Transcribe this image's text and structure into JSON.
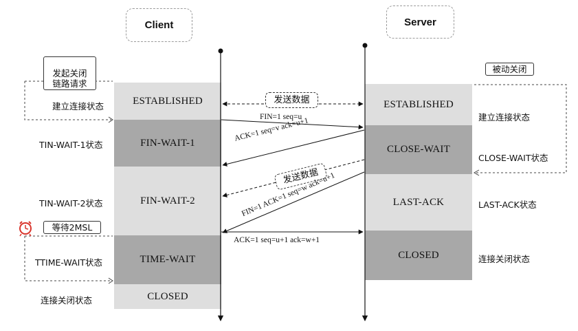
{
  "client": {
    "title": "Client"
  },
  "server": {
    "title": "Server"
  },
  "client_states": [
    "ESTABLISHED",
    "FIN-WAIT-1",
    "FIN-WAIT-2",
    "TIME-WAIT",
    "CLOSED"
  ],
  "server_states": [
    "ESTABLISHED",
    "CLOSE-WAIT",
    "LAST-ACK",
    "CLOSED"
  ],
  "client_notes": {
    "initiate": "发起关闭\n链路请求",
    "wait": "等待2MSL"
  },
  "server_notes": {
    "passive": "被动关闭"
  },
  "client_labels": [
    "建立连接状态",
    "TIN-WAIT-1状态",
    "TIN-WAIT-2状态",
    "TTIME-WAIT状态",
    "连接关闭状态"
  ],
  "server_labels": [
    "建立连接状态",
    "CLOSE-WAIT状态",
    "LAST-ACK状态",
    "连接关闭状态"
  ],
  "messages": {
    "send_data_1": "发送数据",
    "fin1": "FIN=1 seq=u",
    "ack1": "ACK=1 seq=v ack=u+1",
    "send_data_2": "发送数据",
    "fin2": "FIN=1 ACK=1 seq=w ack=u+1",
    "ack2": "ACK=1 seq=u+1  ack=w+1"
  },
  "icons": {
    "clock": "alarm-clock-icon"
  },
  "colors": {
    "light_state": "#dedede",
    "dark_state": "#a8a8a8",
    "clock": "#d9342b"
  }
}
